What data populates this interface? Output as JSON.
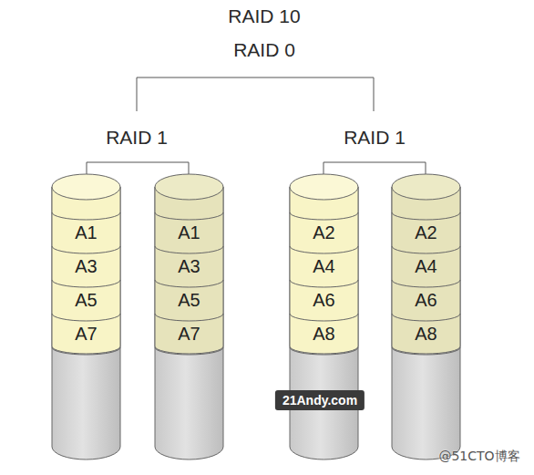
{
  "diagram": {
    "nodes": [
      {
        "text": [
          "A1"
        ]
      },
      {
        "text": [
          "A1"
        ]
      },
      {
        "text": [
          "A2"
        ]
      },
      {
        "text": [
          "A2"
        ]
      },
      {
        "text": [
          "A3"
        ]
      },
      {
        "text": [
          "A3"
        ]
      },
      {
        "text": [
          "A4"
        ]
      },
      {
        "text": [
          "A4"
        ]
      },
      {
        "text": [
          "A5"
        ]
      },
      {
        "text": [
          "A5"
        ]
      },
      {
        "text": [
          "A6"
        ]
      },
      {
        "text": [
          "A6"
        ]
      },
      {
        "text": [
          "A7"
        ]
      },
      {
        "text": [
          "A7"
        ]
      },
      {
        "text": [
          "A8"
        ]
      },
      {
        "text": [
          "A8"
        ]
      }
    ],
    "labels": [
      "RAID 10",
      "RAID 0",
      "RAID 1",
      "RAID 1",
      "21Andy.com",
      "@51CTO博客"
    ]
  }
}
